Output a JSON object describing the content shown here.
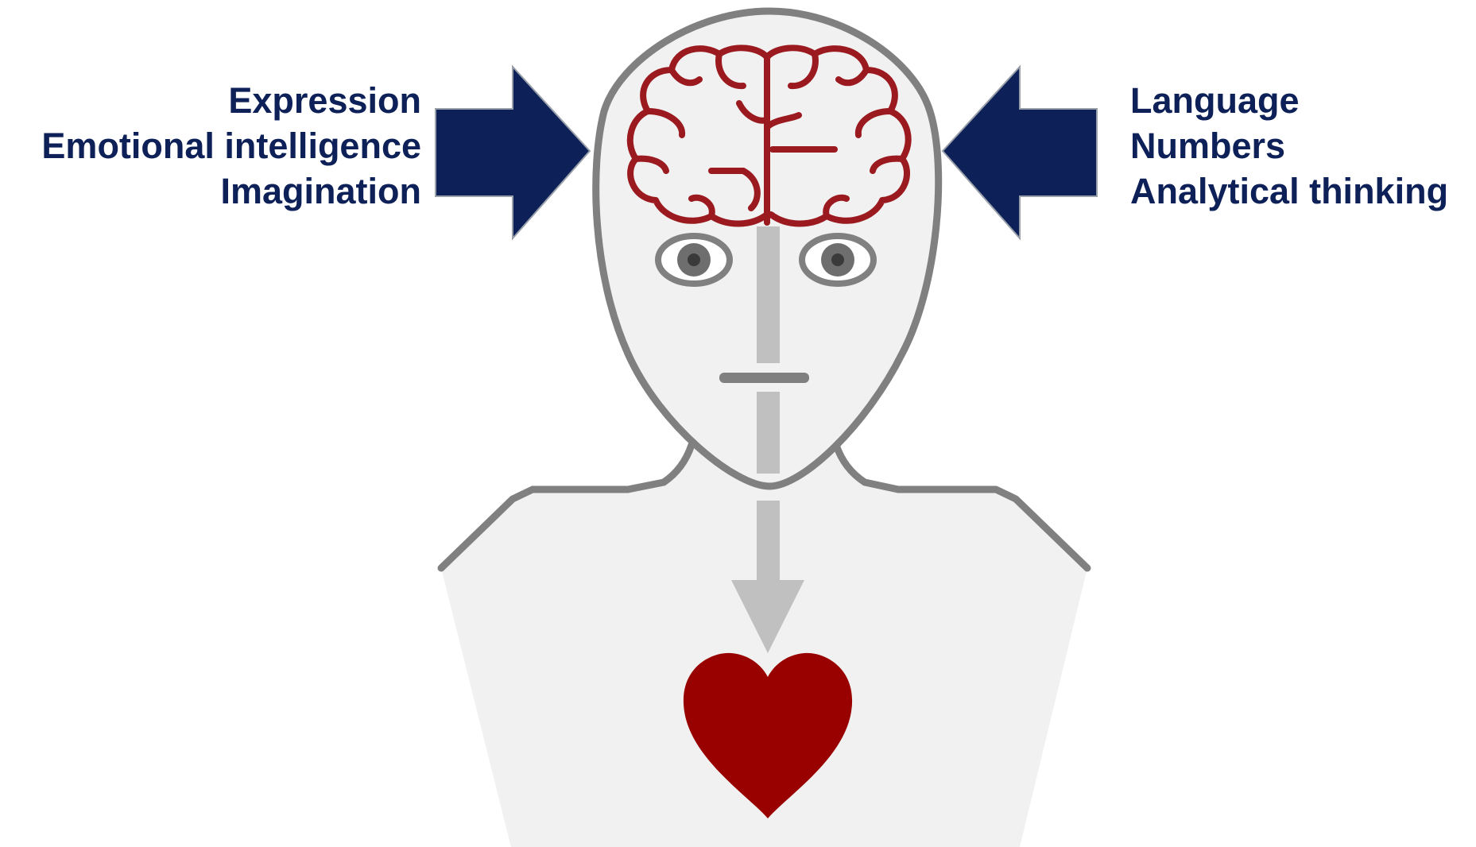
{
  "left_labels": [
    "Expression",
    "Emotional intelligence",
    "Imagination"
  ],
  "right_labels": [
    "Language",
    "Numbers",
    "Analytical thinking"
  ],
  "colors": {
    "label_text": "#0d2158",
    "arrow_fill": "#0d2158",
    "outline": "#808080",
    "body_fill": "#f1f1f1",
    "brain": "#9b1a1f",
    "heart": "#990000",
    "spine_arrow": "#c0c0c0"
  },
  "icons": [
    "brain-icon",
    "heart-icon",
    "eye-icon",
    "arrow-right-icon",
    "arrow-left-icon",
    "arrow-down-icon"
  ]
}
